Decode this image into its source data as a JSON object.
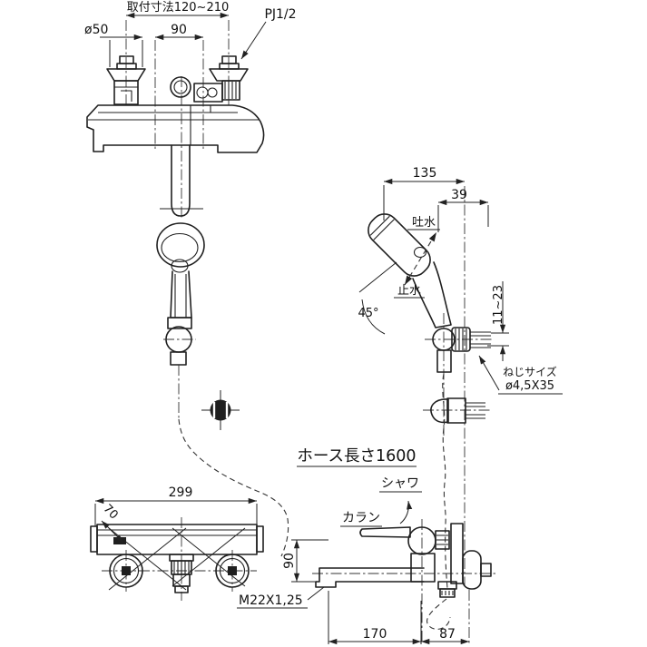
{
  "colors": {
    "background": "#ffffff",
    "line": "#1f1f1f"
  },
  "labels": {
    "mounting_dim": "取付寸法120~210",
    "flange_diameter": "ø50",
    "inlet_pitch": "90",
    "inlet_thread": "PJ1/2",
    "holder_height": "135",
    "holder_offset": "39",
    "spray_on": "吐水",
    "spray_stop": "止水",
    "head_angle": "45°",
    "screw_pitch_range": "11~23",
    "screw_note_title": "ねじサイズ",
    "screw_note_size": "ø4,5X35",
    "hose_length": "ホース長さ1600",
    "shower_position": "シャワ",
    "spout_position": "カラン",
    "body_width": "299",
    "body_depth": "70",
    "spout_height": "90",
    "spout_thread": "M22X1,25",
    "spout_reach": "170",
    "wall_clearance": "87"
  }
}
